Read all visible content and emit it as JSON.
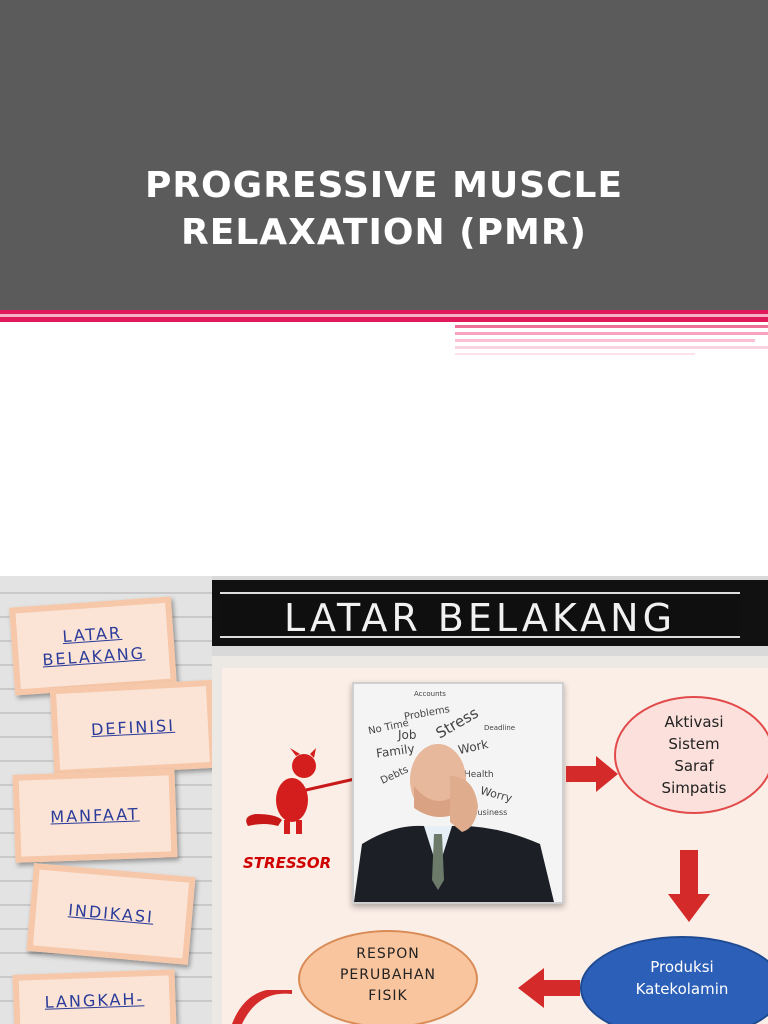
{
  "slide1": {
    "title_line1": "PROGRESSIVE MUSCLE",
    "title_line2": "RELAXATION (PMR)",
    "colors": {
      "band": "#5b5b5b",
      "accent": "#e0195a"
    }
  },
  "slide2": {
    "header": "LATAR BELAKANG",
    "nav": [
      {
        "line1": "LATAR",
        "line2": "BELAKANG"
      },
      {
        "line1": "DEFINISI",
        "line2": ""
      },
      {
        "line1": "MANFAAT",
        "line2": ""
      },
      {
        "line1": "INDIKASI",
        "line2": ""
      },
      {
        "line1": "LANGKAH-",
        "line2": ""
      }
    ],
    "stressor_label": "STRESSOR",
    "stress_words": [
      "Problems",
      "Stress",
      "No Time",
      "Job",
      "Family",
      "Work",
      "Debts",
      "Health",
      "Worry",
      "Business",
      "Accounts",
      "Deadline",
      "Problems"
    ],
    "flow": {
      "aktivasi": [
        "Aktivasi",
        "Sistem",
        "Saraf",
        "Simpatis"
      ],
      "produksi": [
        "Produksi",
        "Katekolamin"
      ],
      "respon": [
        "RESPON",
        "PERUBAHAN",
        "FISIK"
      ]
    },
    "colors": {
      "tile_text": "#2a3b9a",
      "stressor": "#d00000",
      "arrow": "#d42a2a"
    }
  }
}
